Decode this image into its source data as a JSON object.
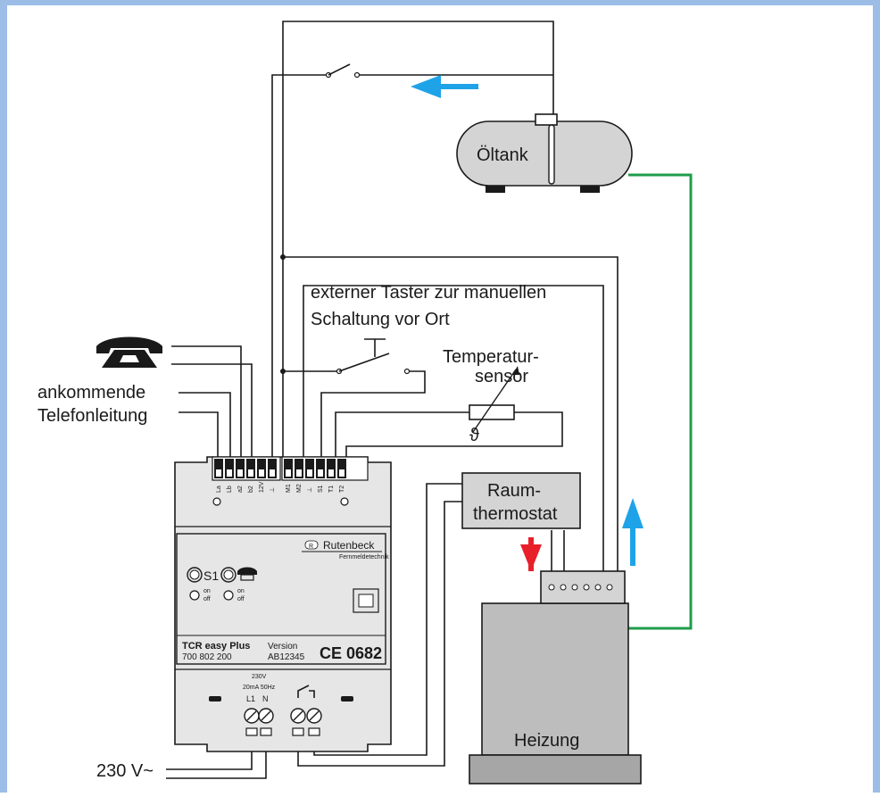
{
  "labels": {
    "oiltank": "Öltank",
    "taster_line1": "externer Taster zur manuellen",
    "taster_line2": "Schaltung vor Ort",
    "temp_line1": "Temperatur-",
    "temp_line2": "sensor",
    "theta": "ϑ",
    "incoming_line1": "ankommende",
    "incoming_line2": "Telefonleitung",
    "raum_line1": "Raum-",
    "raum_line2": "thermostat",
    "heizung": "Heizung",
    "mains": "230 V~"
  },
  "device": {
    "brand": "Rutenbeck",
    "brand_mark": "R",
    "brand_sub": "Fernmeldetechnik",
    "s1": "S1",
    "on": "on",
    "off": "off",
    "model": "TCR easy Plus",
    "article": "700 802 200",
    "version_label": "Version",
    "version_value": "AB12345",
    "ce": "CE 0682",
    "supply_1": "230V",
    "supply_2": "20mA 50Hz",
    "terminal_l1": "L1",
    "terminal_n": "N",
    "terminal_labels": [
      "La",
      "Lb",
      "a2",
      "b2",
      "12V",
      "⊥",
      "M1",
      "M2",
      "⊥",
      "S1",
      "T1",
      "T2"
    ]
  },
  "colors": {
    "border_blue": "#9bbde6",
    "device_grey": "#e6e6e6",
    "module_grey": "#d4d4d4",
    "heater_grey": "#bdbdbd",
    "green_wire": "#1f9d4a",
    "arrow_blue": "#1fa3e8",
    "arrow_red": "#e8202a"
  },
  "icons": [
    "telephone-icon",
    "switch-icon",
    "thermistor-icon",
    "arrow-left-icon",
    "arrow-up-icon",
    "arrow-down-icon"
  ]
}
